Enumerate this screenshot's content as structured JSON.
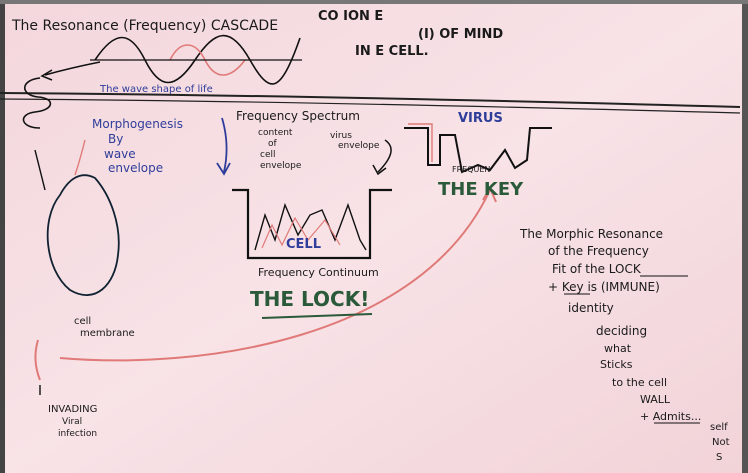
{
  "photo": {
    "board_color": "#f6dde2",
    "ink_black": "#1a1a1a",
    "ink_blue": "#2f3d9a",
    "ink_green": "#2a5a3a",
    "ink_red": "#e07a78"
  },
  "whiteboard": {
    "top_left": "The Resonance (Frequency) CASCADE",
    "top_center_1": "CO         ION E",
    "top_center_2": "(I) OF MIND",
    "top_center_3": "IN    E CELL.",
    "wave_caption": "The wave shape of life",
    "morphogenesis": [
      "Morphogenesis",
      "By",
      "wave",
      "envelope"
    ],
    "frequency_spectrum": "Frequency Spectrum",
    "content_note": [
      "content",
      "of",
      "cell",
      "envelope"
    ],
    "virus_envelope": [
      "virus",
      "envelope"
    ],
    "virus": "VIRUS",
    "freq_small": "FREQUEN",
    "the_key": "THE KEY",
    "cell": "CELL",
    "freq_continuum": "Frequency Continuum",
    "the_lock": "THE LOCK!",
    "cell_membrane": [
      "cell",
      "membrane"
    ],
    "invading": [
      "INVADING",
      "Viral",
      "infection"
    ],
    "right_text": [
      "The Morphic Resonance",
      "of the Frequency",
      "Fit of the LOCK",
      "+ Key is (IMMUNE)",
      "identity",
      "deciding",
      "what",
      "Sticks",
      "to the cell",
      "WALL",
      "+ Admits...",
      "self",
      "Not",
      "S"
    ]
  }
}
